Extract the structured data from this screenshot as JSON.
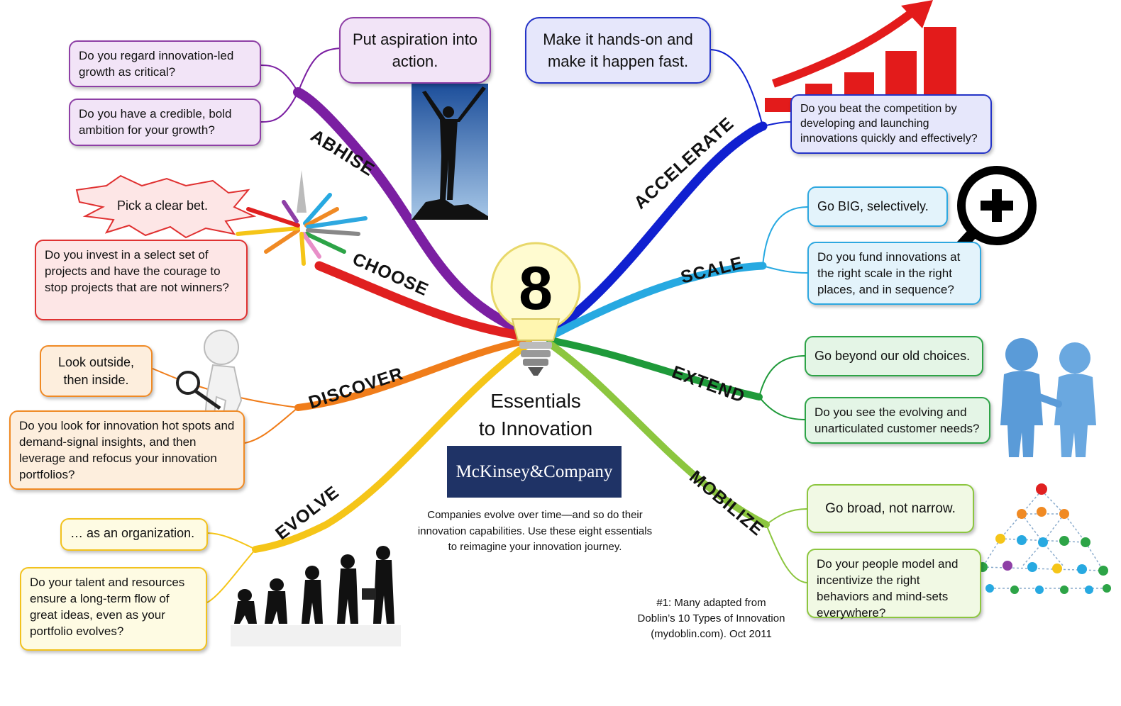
{
  "center": {
    "number": "8",
    "title_line1": "Essentials",
    "title_line2": "to Innovation",
    "logo_text": "McKinsey&Company",
    "description": "Companies evolve over time—and so do their innovation capabilities. Use these eight essentials to reimagine your innovation journey.",
    "footnote_line1": "#1: Many adapted from",
    "footnote_line2": "Doblin’s 10 Types of Innovation",
    "footnote_line3": "(mydoblin.com). Oct 2011"
  },
  "branches": {
    "abhise": {
      "label": "ABHISE",
      "color": "#7b1fa2",
      "box1": "Put aspiration into action.",
      "box2": "Do you regard innovation-led growth as critical?",
      "box3": "Do you have a credible, bold ambition for your growth?"
    },
    "choose": {
      "label": "CHOOSE",
      "color": "#e02020",
      "box1": "Pick a clear bet.",
      "box2": "Do you invest in a select set of projects and have the courage to stop projects that are not winners?"
    },
    "discover": {
      "label": "DISCOVER",
      "color": "#f07d1a",
      "box1": "Look outside, then inside.",
      "box2": "Do you look for innovation hot spots and demand-signal insights, and then leverage and refocus your innovation portfolios?"
    },
    "evolve": {
      "label": "EVOLVE",
      "color": "#f5c518",
      "box1": "… as an organization.",
      "box2": "Do your talent and resources ensure a long-term flow of great ideas, even as your portfolio evolves?"
    },
    "accelerate": {
      "label": "ACCELERATE",
      "color": "#1020d0",
      "box1": "Make it hands-on and make it happen fast.",
      "box2": "Do you beat the competition by developing and launching innovations quickly and effectively?"
    },
    "scale": {
      "label": "SCALE",
      "color": "#27a9e1",
      "box1": "Go BIG, selectively.",
      "box2": "Do you fund innovations at the right scale in the right places, and in sequence?"
    },
    "extend": {
      "label": "EXTEND",
      "color": "#1f9a3a",
      "box1": "Go beyond our old choices.",
      "box2": "Do you see the evolving and unarticulated customer needs?"
    },
    "mobilize": {
      "label": "MOBILIZE",
      "color": "#8cc63f",
      "box1": "Go broad, not narrow.",
      "box2": "Do your people model and incentivize the right behaviors and mind-sets everywhere?"
    }
  }
}
